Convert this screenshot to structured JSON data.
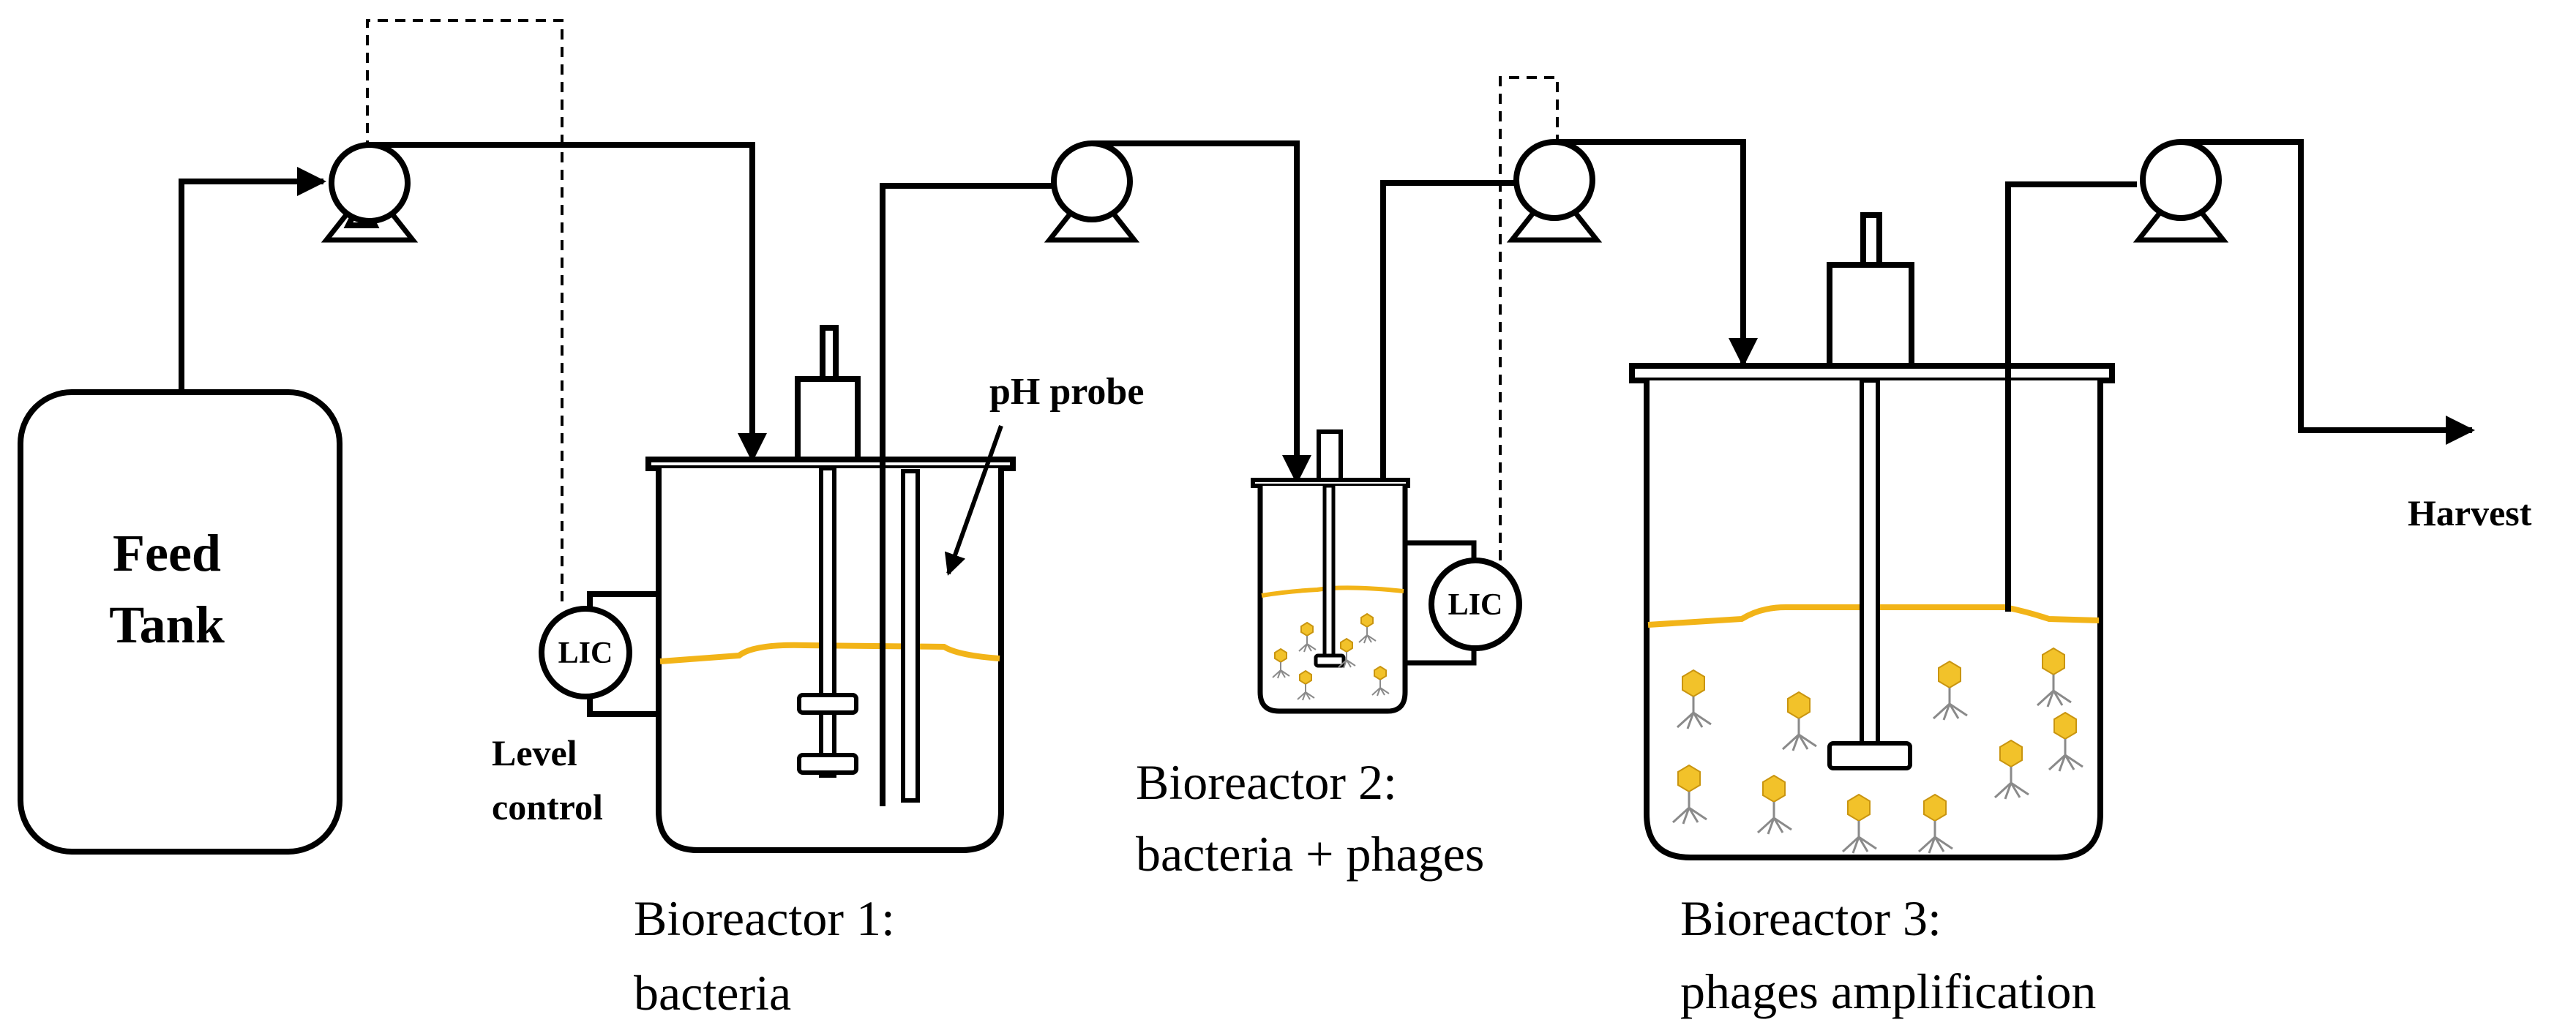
{
  "feed_tank": {
    "line1": "Feed",
    "line2": "Tank"
  },
  "level_control": {
    "line1": "Level",
    "line2": "control"
  },
  "lic_label": "LIC",
  "ph_probe": "pH probe",
  "bioreactor1": {
    "line1": "Bioreactor 1:",
    "line2": "bacteria"
  },
  "bioreactor2": {
    "line1": "Bioreactor 2:",
    "line2": "bacteria + phages"
  },
  "bioreactor3": {
    "line1": "Bioreactor 3:",
    "line2": "phages amplification"
  },
  "harvest": "Harvest",
  "colors": {
    "liquid_level": "#F2B418",
    "phage": "#F2C22A",
    "line": "#000000"
  },
  "icons": [
    "pump-icon",
    "arrow-icon",
    "stirrer-icon",
    "phage-icon"
  ]
}
